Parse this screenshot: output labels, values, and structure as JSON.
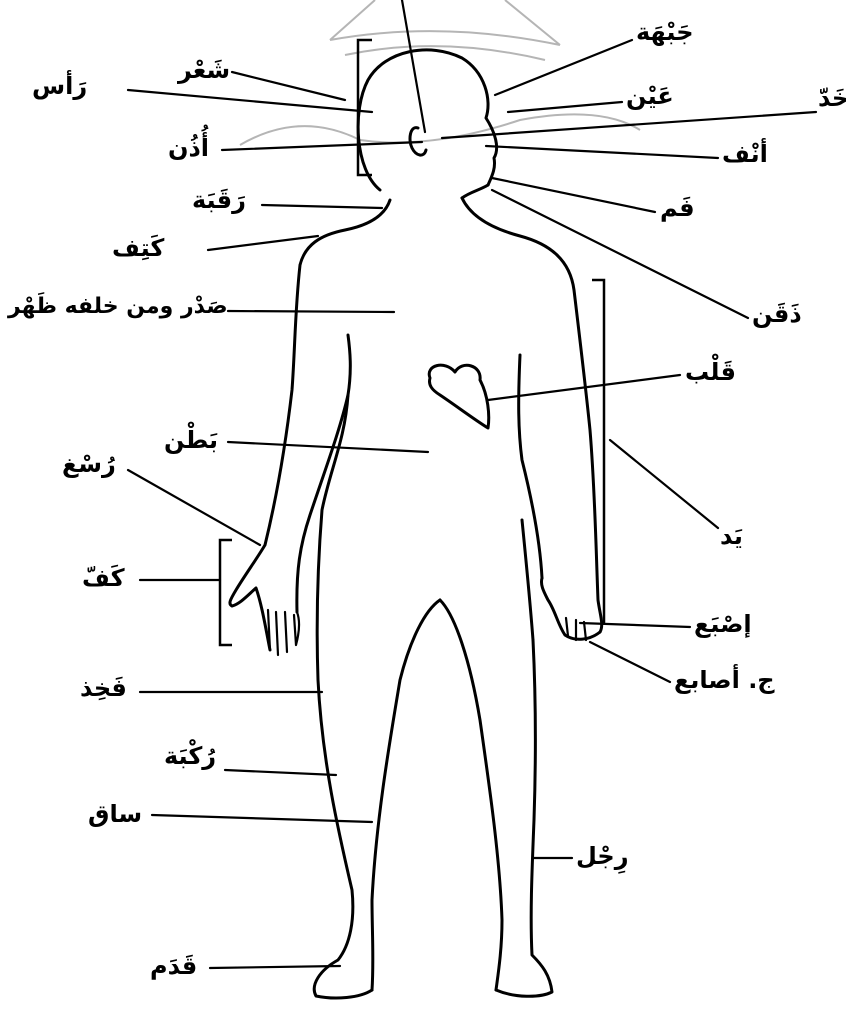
{
  "labels": {
    "forehead": "جَبْهَة",
    "hair": "شَعْر",
    "head": "رَأس",
    "eye": "عَيْن",
    "cheek": "خَدّ",
    "ear": "أُذُن",
    "nose": "أنْف",
    "neck": "رَقَبَة",
    "mouth": "فَم",
    "shoulder": "كَتِف",
    "chin": "ذَقَن",
    "chest_back": "صَدْر ومن خلفه ظَهْر",
    "heart": "قَلْب",
    "belly": "بَطْن",
    "wrist": "رُسْغ",
    "hand_arm": "يَد",
    "palm": "كَفّ",
    "finger": "إصْبَع",
    "fingers_plural": "ج. أصابع",
    "thigh": "فَخِذ",
    "knee": "رُكْبَة",
    "shin": "ساق",
    "leg": "رِجْل",
    "foot": "قَدَم"
  },
  "colors": {
    "line": "#000000",
    "watermark": "#b5b5b5",
    "background": "#ffffff"
  }
}
